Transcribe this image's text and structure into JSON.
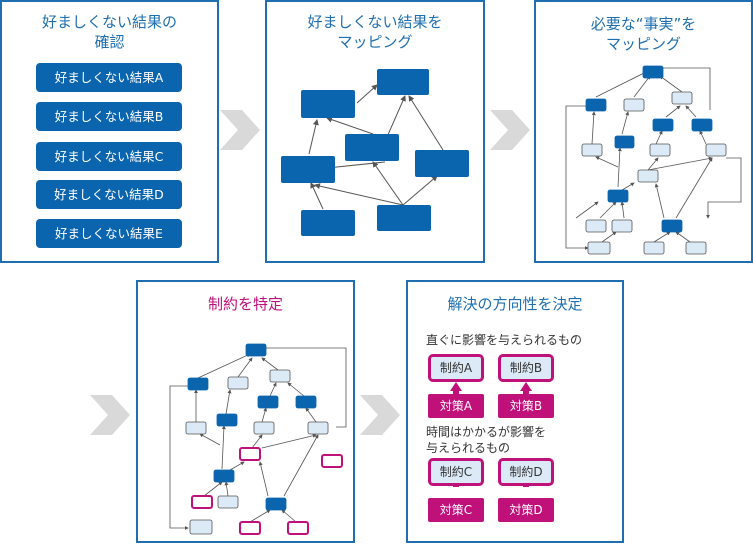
{
  "panel1": {
    "title_line1": "好ましくない結果の",
    "title_line2": "確認",
    "items": [
      "好ましくない結果A",
      "好ましくない結果B",
      "好ましくない結果C",
      "好ましくない結果D",
      "好ましくない結果E"
    ]
  },
  "panel2": {
    "title_line1": "好ましくない結果を",
    "title_line2": "マッピング"
  },
  "panel3": {
    "title_line1": "必要な“事実”を",
    "title_line2": "マッピング"
  },
  "panel4": {
    "title": "制約を特定"
  },
  "panel5": {
    "title": "解決の方向性を決定",
    "immediate_label": "直ぐに影響を与えられるもの",
    "delayed_label_line1": "時間はかかるが影響を",
    "delayed_label_line2": "与えられるもの",
    "constraints": [
      "制約A",
      "制約B",
      "制約C",
      "制約D"
    ],
    "measures": [
      "対策A",
      "対策B",
      "対策C",
      "対策D"
    ]
  },
  "colors": {
    "blue": "#0b64ae",
    "border": "#1f6fb0",
    "pink": "#c0107a",
    "light": "#dce9f6",
    "arrow": "#d9d9d9"
  }
}
